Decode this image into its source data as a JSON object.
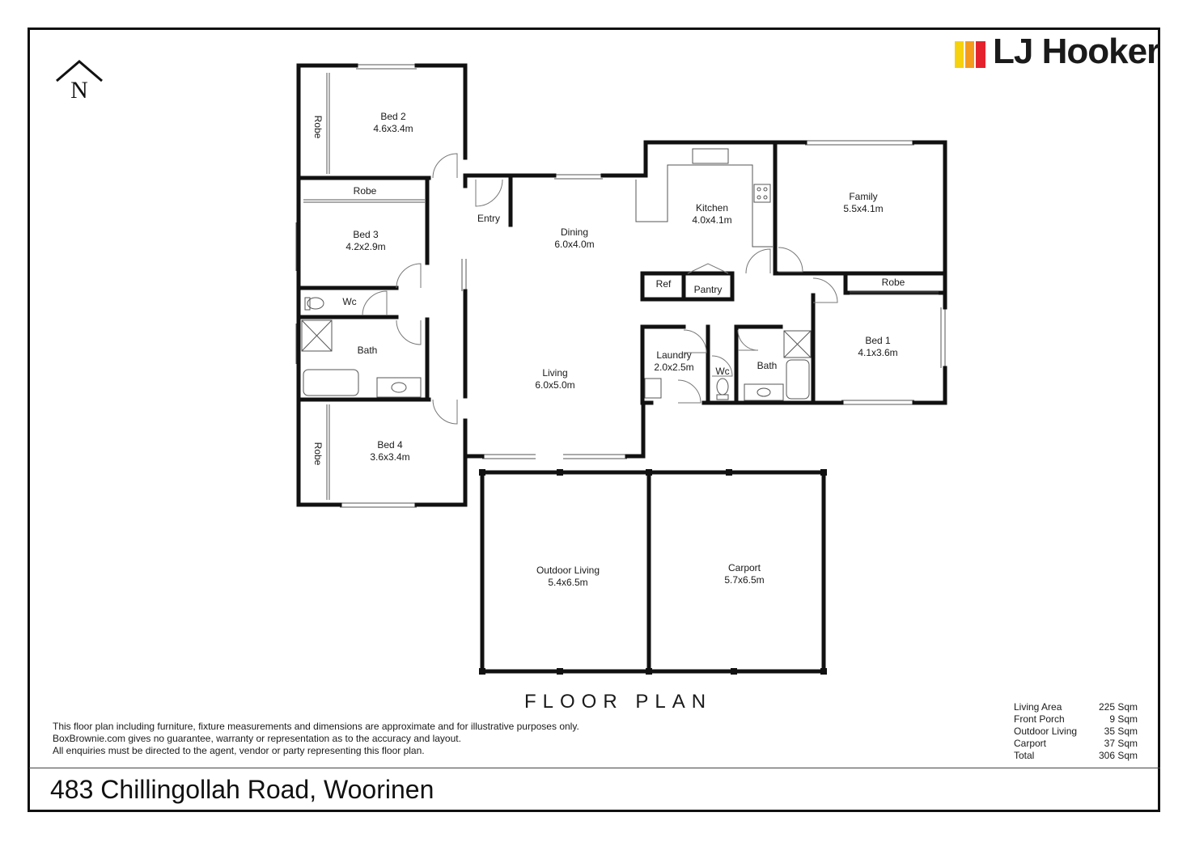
{
  "brand": {
    "name": "LJ Hooker",
    "colors": [
      "#f6d20e",
      "#f49a1c",
      "#e4222d"
    ]
  },
  "compass": {
    "letter": "N",
    "icon": "north-arrow-icon"
  },
  "rooms": {
    "bed2": {
      "name": "Bed 2",
      "size": "4.6x3.4m"
    },
    "robe_bed2": {
      "name": "Robe"
    },
    "robe_bed3": {
      "name": "Robe"
    },
    "bed3": {
      "name": "Bed 3",
      "size": "4.2x2.9m"
    },
    "wc_left": {
      "name": "Wc"
    },
    "bath_left": {
      "name": "Bath"
    },
    "bed4": {
      "name": "Bed 4",
      "size": "3.6x3.4m"
    },
    "robe_bed4": {
      "name": "Robe"
    },
    "entry": {
      "name": "Entry"
    },
    "dining": {
      "name": "Dining",
      "size": "6.0x4.0m"
    },
    "living": {
      "name": "Living",
      "size": "6.0x5.0m"
    },
    "kitchen": {
      "name": "Kitchen",
      "size": "4.0x4.1m"
    },
    "ref": {
      "name": "Ref"
    },
    "pantry": {
      "name": "Pantry"
    },
    "family": {
      "name": "Family",
      "size": "5.5x4.1m"
    },
    "robe_bed1": {
      "name": "Robe"
    },
    "bed1": {
      "name": "Bed 1",
      "size": "4.1x3.6m"
    },
    "laundry": {
      "name": "Laundry",
      "size": "2.0x2.5m"
    },
    "wc_right": {
      "name": "Wc"
    },
    "bath_right": {
      "name": "Bath"
    },
    "outdoor": {
      "name": "Outdoor Living",
      "size": "5.4x6.5m"
    },
    "carport": {
      "name": "Carport",
      "size": "5.7x6.5m"
    }
  },
  "title": "FLOOR PLAN",
  "disclaimer": [
    "This floor plan including furniture, fixture measurements and dimensions are approximate and for illustrative purposes only.",
    "BoxBrownie.com gives no guarantee, warranty or representation as to the accuracy and layout.",
    "All enquiries must be directed to the agent, vendor or party representing this floor plan."
  ],
  "areas": [
    {
      "label": "Living Area",
      "value": "225 Sqm"
    },
    {
      "label": "Front Porch",
      "value": "9 Sqm"
    },
    {
      "label": "Outdoor Living",
      "value": "35 Sqm"
    },
    {
      "label": "Carport",
      "value": "37 Sqm"
    },
    {
      "label": "Total",
      "value": "306 Sqm"
    }
  ],
  "address": "483 Chillingollah Road, Woorinen"
}
